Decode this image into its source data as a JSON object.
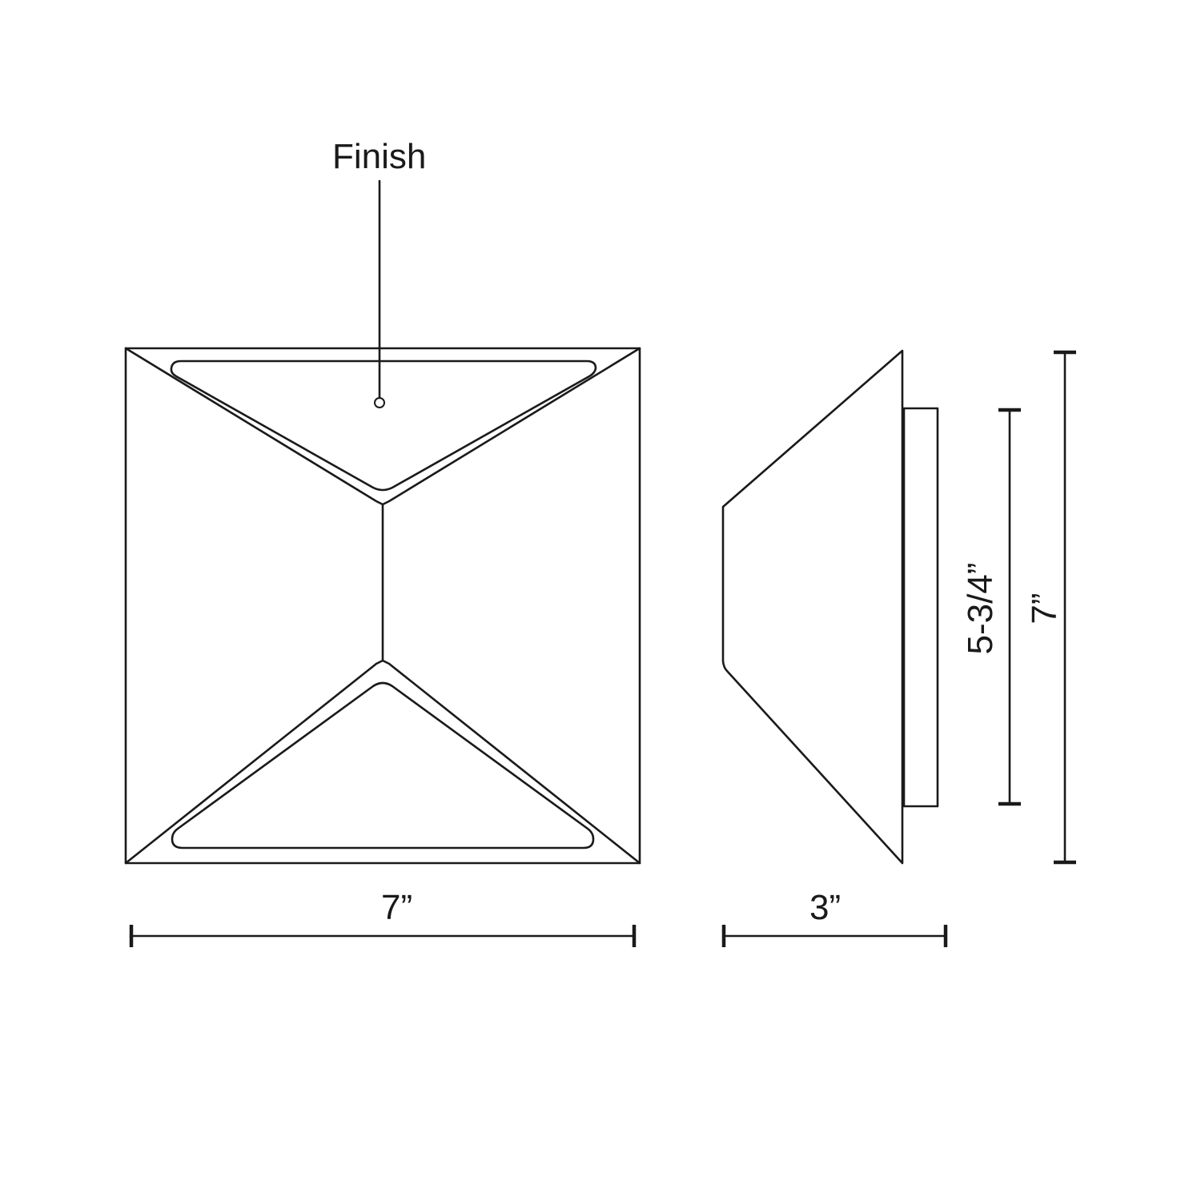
{
  "diagram": {
    "type": "product-dimension-drawing",
    "callouts": {
      "finish": "Finish"
    },
    "dimensions": {
      "front_width": "7”",
      "side_depth": "3”",
      "backplate_height": "5-3/4”",
      "overall_height": "7”"
    },
    "views": [
      "front-view",
      "side-view"
    ],
    "colors": {
      "line": "#1a1a1a",
      "background": "#ffffff"
    }
  }
}
